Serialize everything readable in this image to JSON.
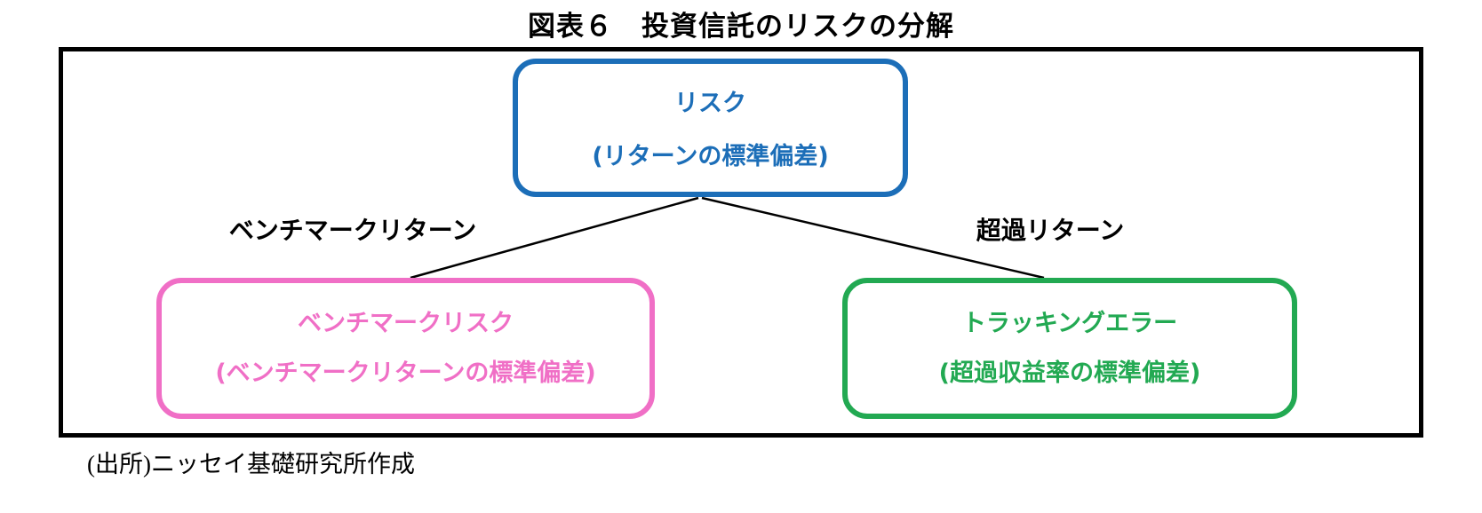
{
  "title": "図表６　投資信託のリスクの分解",
  "colors": {
    "root_blue": "#1C6EB8",
    "left_pink": "#F06FC6",
    "right_green": "#22A952",
    "line_black": "#000000"
  },
  "diagram": {
    "root_node": {
      "label": "リスク",
      "sublabel": "(リターンの標準偏差)"
    },
    "left_branch_label": "ベンチマークリターン",
    "right_branch_label": "超過リターン",
    "left_node": {
      "label": "ベンチマークリスク",
      "sublabel": "(ベンチマークリターンの標準偏差)"
    },
    "right_node": {
      "label": "トラッキングエラー",
      "sublabel": "(超過収益率の標準偏差)"
    }
  },
  "source": "(出所)ニッセイ基礎研究所作成"
}
